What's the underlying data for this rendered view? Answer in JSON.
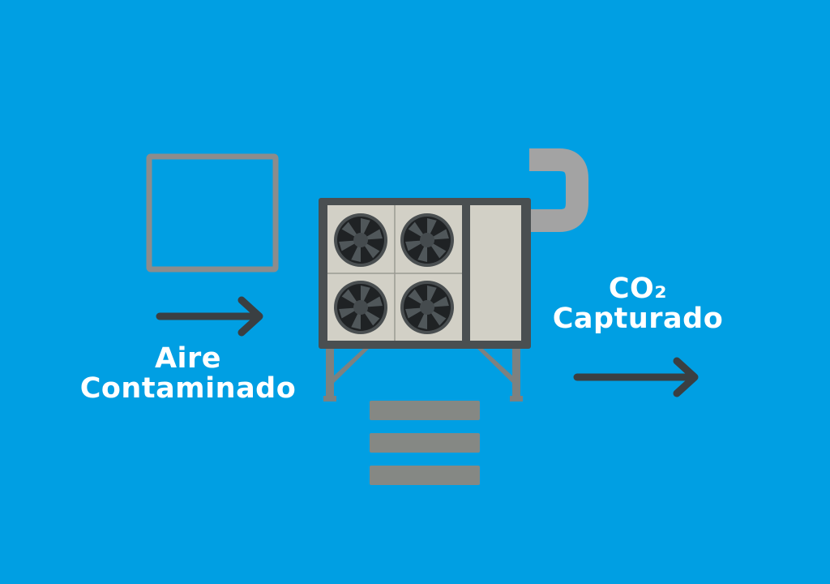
{
  "colors": {
    "background": "#009fe3",
    "arrow": "#3a3f42",
    "frame": "#8c8c8c",
    "machine": "#4a4f51",
    "panel": "#d2d0c6",
    "fan": "#2a2d2f",
    "pipe": "#a3a3a3",
    "plate": "#858884",
    "text": "#ffffff"
  },
  "input_label": {
    "line1": "Aire",
    "line2": "Contaminado"
  },
  "output_label": {
    "line1": "CO₂",
    "line2": "Capturado"
  },
  "icons": [
    "filter-frame-icon",
    "arrow-right-icon",
    "direct-air-capture-machine",
    "fan-icon",
    "exhaust-pipe",
    "stacked-plates"
  ]
}
